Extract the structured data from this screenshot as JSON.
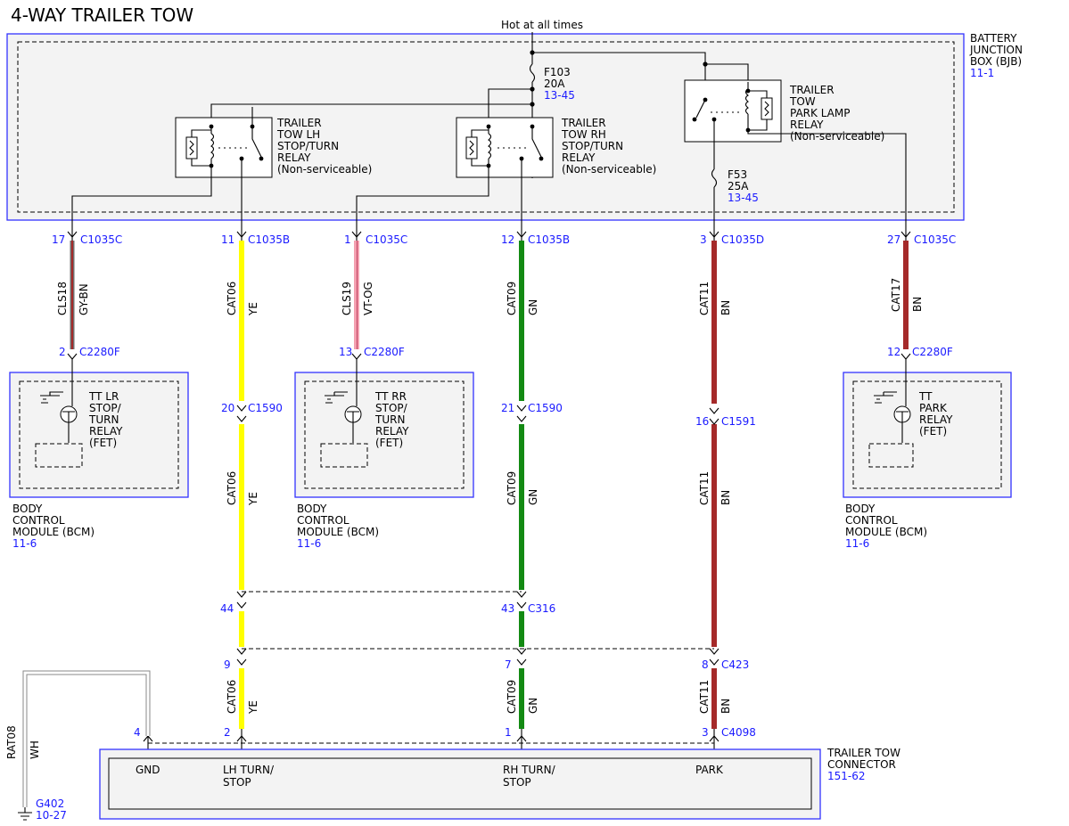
{
  "title": "4-WAY TRAILER TOW",
  "hot_label": "Hot at all times",
  "bjb": {
    "line1": "BATTERY",
    "line2": "JUNCTION",
    "line3": "BOX (BJB)",
    "ref": "11-1"
  },
  "fuses": [
    {
      "name": "F103",
      "rating": "20A",
      "ref": "13-45"
    },
    {
      "name": "F53",
      "rating": "25A",
      "ref": "13-45"
    }
  ],
  "relays": [
    {
      "lines": [
        "TRAILER",
        "TOW LH",
        "STOP/TURN",
        "RELAY",
        "(Non-serviceable)"
      ]
    },
    {
      "lines": [
        "TRAILER",
        "TOW RH",
        "STOP/TURN",
        "RELAY",
        "(Non-serviceable)"
      ]
    },
    {
      "lines": [
        "TRAILER",
        "TOW",
        "PARK LAMP",
        "RELAY",
        "(Non-serviceable)"
      ]
    }
  ],
  "connectors": [
    {
      "pin": "17",
      "name": "C1035C"
    },
    {
      "pin": "11",
      "name": "C1035B"
    },
    {
      "pin": "1",
      "name": "C1035C"
    },
    {
      "pin": "12",
      "name": "C1035B"
    },
    {
      "pin": "3",
      "name": "C1035D"
    },
    {
      "pin": "27",
      "name": "C1035C"
    },
    {
      "pin": "2",
      "name": "C2280F"
    },
    {
      "pin": "13",
      "name": "C2280F"
    },
    {
      "pin": "12",
      "name": "C2280F"
    },
    {
      "pin": "20",
      "name": "C1590"
    },
    {
      "pin": "21",
      "name": "C1590"
    },
    {
      "pin": "16",
      "name": "C1591"
    },
    {
      "pin": "44",
      "name": ""
    },
    {
      "pin": "43",
      "name": "C316"
    },
    {
      "pin": "9",
      "name": ""
    },
    {
      "pin": "7",
      "name": ""
    },
    {
      "pin": "8",
      "name": "C423"
    },
    {
      "pin": "4",
      "name": ""
    },
    {
      "pin": "2",
      "name": ""
    },
    {
      "pin": "1",
      "name": ""
    },
    {
      "pin": "3",
      "name": "C4098"
    }
  ],
  "wires": [
    {
      "circuit": "CLS18",
      "color_code": "GY-BN",
      "color": "#6e6e6e"
    },
    {
      "circuit": "CAT06",
      "color_code": "YE",
      "color": "#ffff00"
    },
    {
      "circuit": "CAT06",
      "color_code": "YE",
      "color": "#ffff00"
    },
    {
      "circuit": "CAT06",
      "color_code": "YE",
      "color": "#ffff00"
    },
    {
      "circuit": "CLS19",
      "color_code": "VT-OG",
      "color": "#f4a0b0"
    },
    {
      "circuit": "CAT09",
      "color_code": "GN",
      "color": "#138a13"
    },
    {
      "circuit": "CAT09",
      "color_code": "GN",
      "color": "#138a13"
    },
    {
      "circuit": "CAT09",
      "color_code": "GN",
      "color": "#138a13"
    },
    {
      "circuit": "CAT11",
      "color_code": "BN",
      "color": "#a52a2a"
    },
    {
      "circuit": "CAT11",
      "color_code": "BN",
      "color": "#a52a2a"
    },
    {
      "circuit": "CAT11",
      "color_code": "BN",
      "color": "#a52a2a"
    },
    {
      "circuit": "CAT17",
      "color_code": "BN",
      "color": "#a52a2a"
    },
    {
      "circuit": "RAT08",
      "color_code": "WH",
      "color": "#ffffff"
    }
  ],
  "bcm_modules": [
    {
      "lines": [
        "TT LR",
        "STOP/",
        "TURN",
        "RELAY",
        "(FET)"
      ],
      "label": [
        "BODY",
        "CONTROL",
        "MODULE (BCM)"
      ],
      "ref": "11-6"
    },
    {
      "lines": [
        "TT RR",
        "STOP/",
        "TURN",
        "RELAY",
        "(FET)"
      ],
      "label": [
        "BODY",
        "CONTROL",
        "MODULE (BCM)"
      ],
      "ref": "11-6"
    },
    {
      "lines": [
        "TT",
        "PARK",
        "RELAY",
        "(FET)"
      ],
      "label": [
        "BODY",
        "CONTROL",
        "MODULE (BCM)"
      ],
      "ref": "11-6"
    }
  ],
  "trailer_connector": {
    "label": [
      "TRAILER TOW",
      "CONNECTOR"
    ],
    "ref": "151-62",
    "pins": [
      {
        "lines": [
          "GND"
        ]
      },
      {
        "lines": [
          "LH TURN/",
          "STOP"
        ]
      },
      {
        "lines": [
          "RH TURN/",
          "STOP"
        ]
      },
      {
        "lines": [
          "PARK"
        ]
      }
    ]
  },
  "ground": {
    "name": "G402",
    "ref": "10-27"
  },
  "colors": {
    "ref_blue": "#1a1aff",
    "box_border": "#3333ff",
    "box_fill": "#f3f3f3"
  }
}
